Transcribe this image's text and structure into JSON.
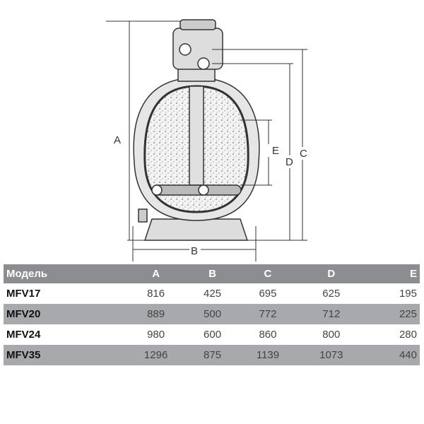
{
  "diagram": {
    "labels": {
      "a": "A",
      "b": "B",
      "c": "C",
      "d": "D",
      "e": "E"
    }
  },
  "table": {
    "headers": [
      "Модель",
      "A",
      "B",
      "C",
      "D",
      "E"
    ],
    "rows": [
      [
        "MFV17",
        "816",
        "425",
        "695",
        "625",
        "195"
      ],
      [
        "MFV20",
        "889",
        "500",
        "772",
        "712",
        "225"
      ],
      [
        "MFV24",
        "980",
        "600",
        "860",
        "800",
        "280"
      ],
      [
        "MFV35",
        "1296",
        "875",
        "1139",
        "1073",
        "440"
      ]
    ]
  },
  "colors": {
    "header_bg": "#8b8d91",
    "stripe_bg": "#a7a9ac"
  }
}
